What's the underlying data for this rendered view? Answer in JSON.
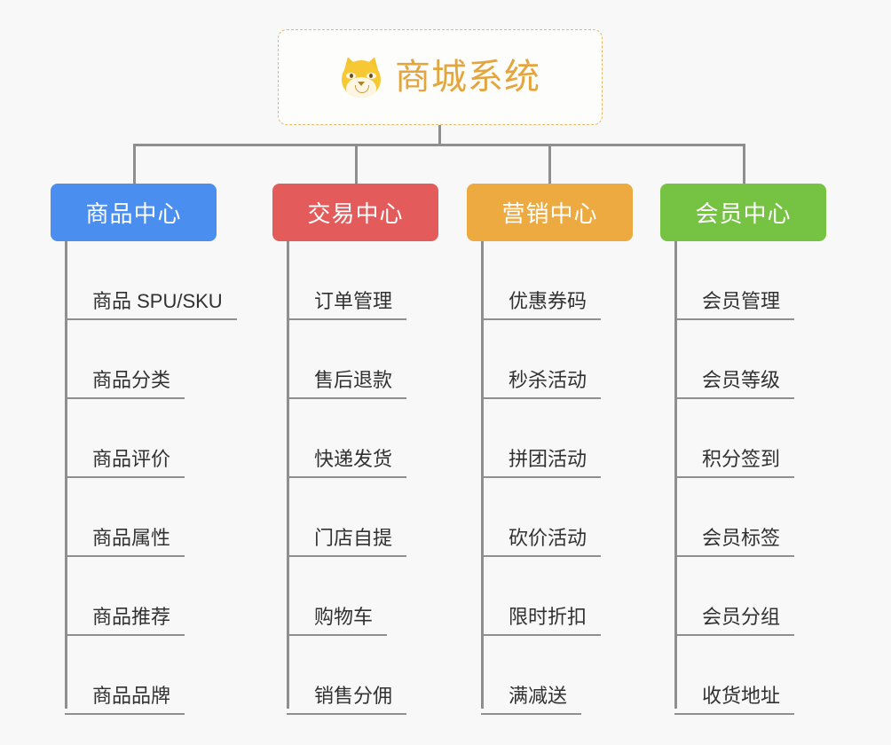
{
  "diagram": {
    "title": "商城系统",
    "root_icon": "shiba-dog-icon",
    "background_color": "#f8f8f8",
    "connector_color": "#8f8f8f",
    "root": {
      "label": "商城系统",
      "text_color": "#e3a53e",
      "border_color": "#e8b962",
      "border_style": "dashed"
    },
    "columns": [
      {
        "category": "商品中心",
        "color": "#4a8ef0",
        "items": [
          "商品 SPU/SKU",
          "商品分类",
          "商品评价",
          "商品属性",
          "商品推荐",
          "商品品牌"
        ]
      },
      {
        "category": "交易中心",
        "color": "#e45b5b",
        "items": [
          "订单管理",
          "售后退款",
          "快递发货",
          "门店自提",
          "购物车",
          "销售分佣"
        ]
      },
      {
        "category": "营销中心",
        "color": "#edaa40",
        "items": [
          "优惠券码",
          "秒杀活动",
          "拼团活动",
          "砍价活动",
          "限时折扣",
          "满减送"
        ]
      },
      {
        "category": "会员中心",
        "color": "#76c344",
        "items": [
          "会员管理",
          "会员等级",
          "积分签到",
          "会员标签",
          "会员分组",
          "收货地址"
        ]
      }
    ]
  }
}
